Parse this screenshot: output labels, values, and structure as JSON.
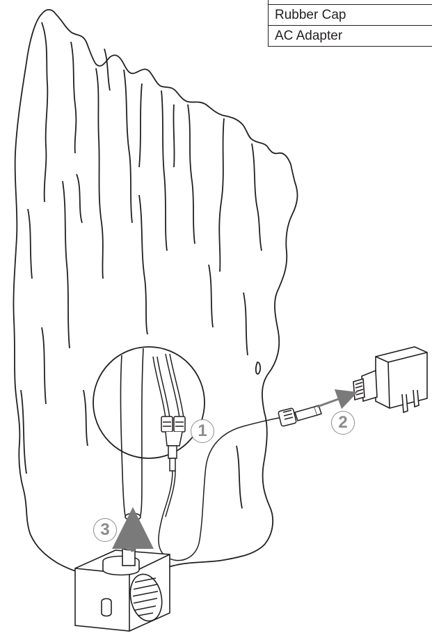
{
  "parts_table": {
    "rows": [
      "",
      "Rubber Cap",
      "AC Adapter"
    ]
  },
  "steps": [
    "1",
    "2",
    "3"
  ],
  "colors": {
    "line": "#231f20",
    "step_badge": "#8c8c8c",
    "arrow": "#7a7a7a",
    "background": "#ffffff"
  }
}
